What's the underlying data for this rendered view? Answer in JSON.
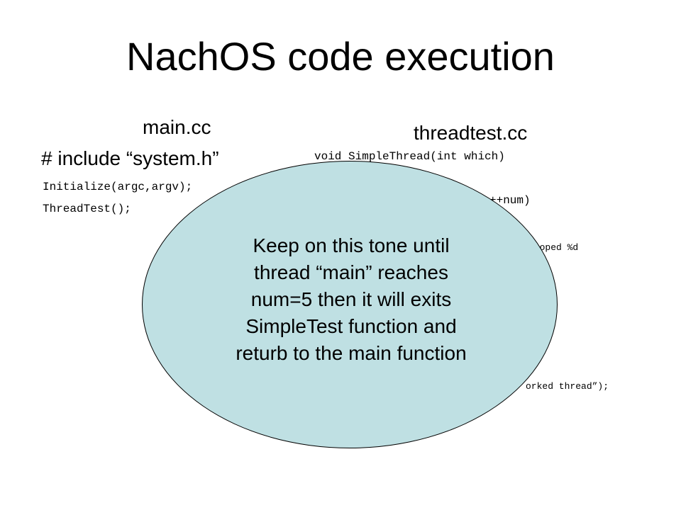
{
  "slide": {
    "title": "NachOS code execution",
    "left": {
      "heading": "main.cc",
      "include": "# include “system.h”",
      "code": [
        "Initialize(argc,argv);",
        "ThreadTest();"
      ]
    },
    "right": {
      "heading": "threadtest.cc",
      "code": [
        "void SimpleThread(int which)",
        "++num)",
        "looped %d",
        "orked thread”);"
      ]
    },
    "callout": {
      "lines": [
        "Keep on this tone until",
        "thread “main” reaches",
        "num=5 then it will exits",
        "SimpleTest function and",
        "returb to the main function"
      ]
    }
  }
}
